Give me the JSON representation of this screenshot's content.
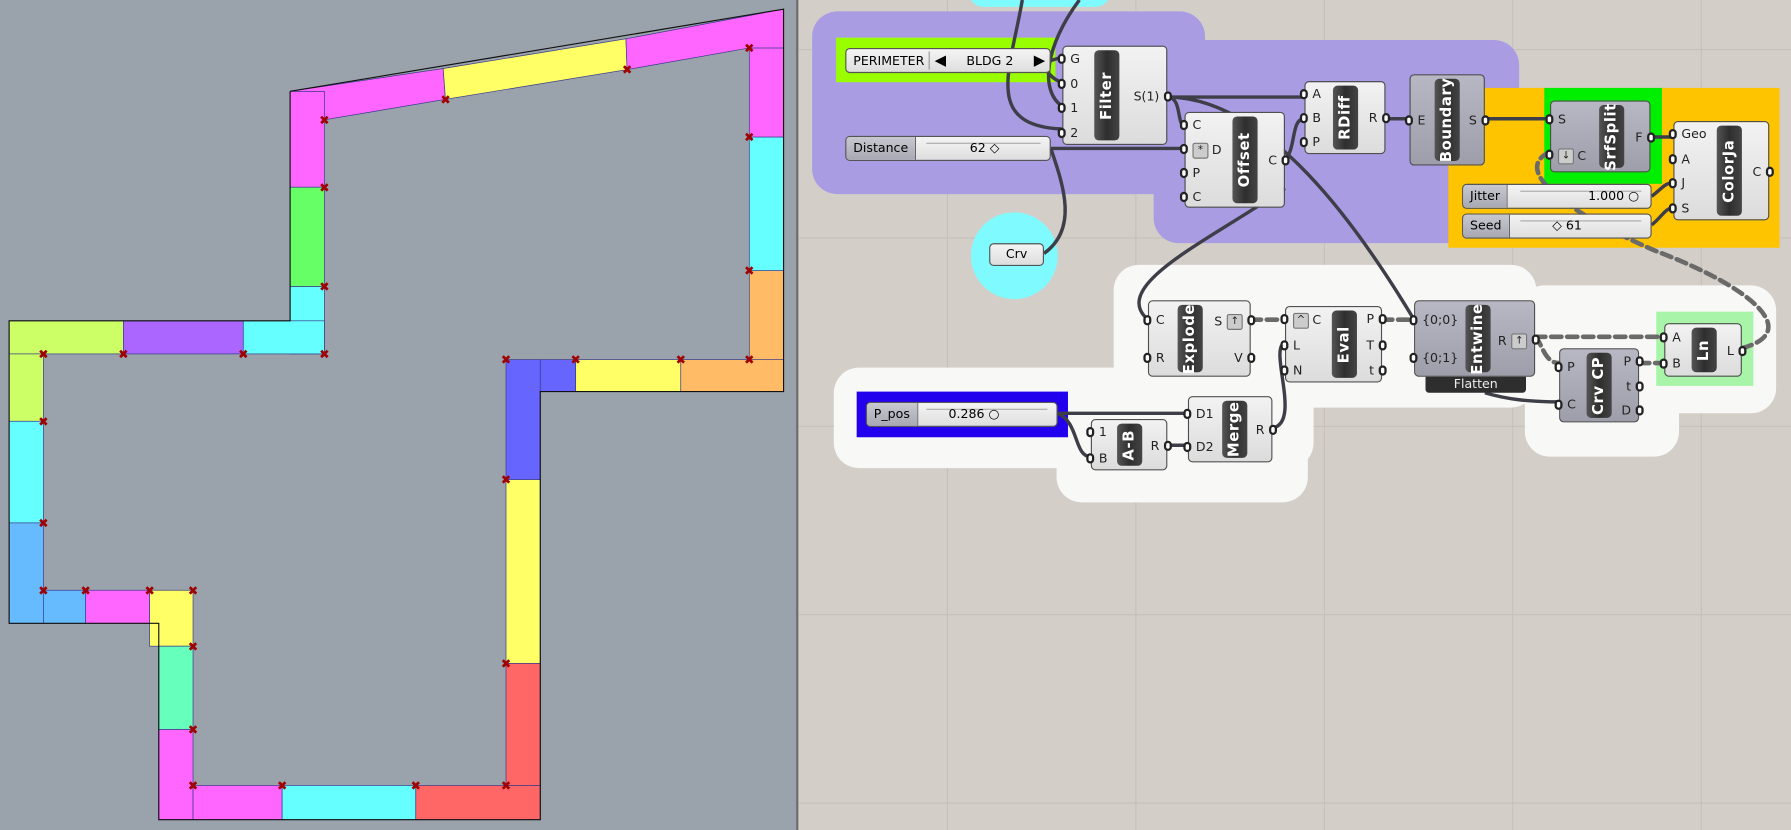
{
  "value_list": {
    "label": "PERIMETER",
    "value": "BLDG 2",
    "prev_icon": "triangle-left-icon",
    "next_icon": "triangle-right-icon"
  },
  "sliders": {
    "distance": {
      "label": "Distance",
      "value": "62 ◇"
    },
    "jitter": {
      "label": "Jitter",
      "value": "1.000 ○"
    },
    "seed": {
      "label": "Seed",
      "value": "◇ 61"
    },
    "p_pos": {
      "label": "P_pos",
      "value": "0.286 ○"
    }
  },
  "crv_param": "Crv",
  "entwine_tag": "Flatten",
  "components": {
    "filter": {
      "name": "Filter",
      "inputs": [
        "G",
        "0",
        "1",
        "2"
      ],
      "outputs": [
        "S(1)"
      ]
    },
    "offset": {
      "name": "Offset",
      "inputs": [
        "C",
        "D",
        "P",
        "C"
      ],
      "outputs": [
        "C"
      ]
    },
    "rdiff": {
      "name": "RDiff",
      "inputs": [
        "A",
        "B",
        "P"
      ],
      "outputs": [
        "R"
      ]
    },
    "boundary": {
      "name": "Boundary",
      "inputs": [
        "E"
      ],
      "outputs": [
        "S"
      ]
    },
    "srfsplit": {
      "name": "SrfSplit",
      "inputs": [
        "S",
        "C"
      ],
      "outputs": [
        "F"
      ]
    },
    "colorja": {
      "name": "ColorJa",
      "inputs": [
        "Geo",
        "A",
        "J",
        "S"
      ],
      "outputs": [
        "C"
      ]
    },
    "explode": {
      "name": "Explode",
      "inputs": [
        "C",
        "R"
      ],
      "outputs": [
        "S",
        "V"
      ]
    },
    "eval": {
      "name": "Eval",
      "inputs": [
        "C",
        "L",
        "N"
      ],
      "outputs": [
        "P",
        "T",
        "t"
      ]
    },
    "entwine": {
      "name": "Entwine",
      "inputs": [
        "{0;0}",
        "{0;1}"
      ],
      "outputs": [
        "R"
      ]
    },
    "crvcp": {
      "name": "Crv CP",
      "inputs": [
        "P",
        "C"
      ],
      "outputs": [
        "P",
        "t",
        "D"
      ]
    },
    "ln": {
      "name": "Ln",
      "inputs": [
        "A",
        "B"
      ],
      "outputs": [
        "L"
      ]
    },
    "amb": {
      "name": "A-B",
      "inputs": [
        "1",
        "B"
      ],
      "outputs": [
        "R"
      ]
    },
    "merge": {
      "name": "Merge",
      "inputs": [
        "D1",
        "D2"
      ],
      "outputs": [
        "R"
      ]
    }
  }
}
